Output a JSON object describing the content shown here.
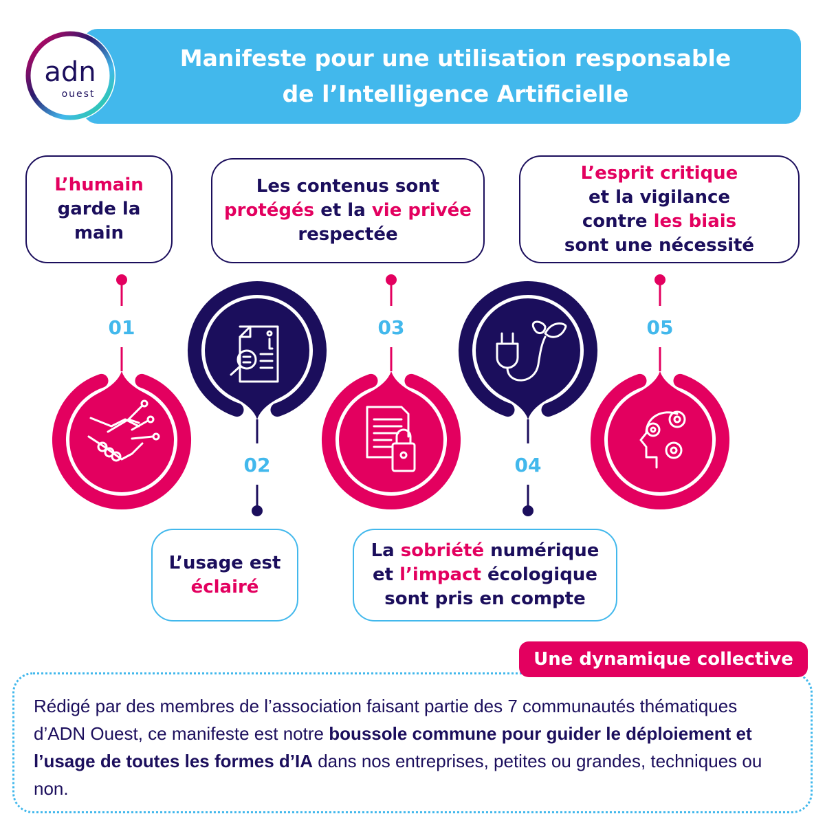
{
  "logo": {
    "brand": "adn",
    "sub": "ouest"
  },
  "header": {
    "title_line1": "Manifeste pour une utilisation responsable",
    "title_line2": "de l’Intelligence Artificielle"
  },
  "colors": {
    "pink": "#e3005f",
    "navy": "#1b0e5c",
    "blue": "#42b8ec"
  },
  "steps": [
    {
      "number": "01",
      "icon": "handshake-circuit-icon",
      "text": {
        "l1a": "L’humain",
        "l2": "garde la",
        "l3": "main"
      }
    },
    {
      "number": "02",
      "icon": "document-search-info-icon",
      "text": {
        "l1a": "L’usage est",
        "l2a": "éclairé"
      }
    },
    {
      "number": "03",
      "icon": "document-lock-icon",
      "text": {
        "l1": "Les contenus sont",
        "l2a": "protégés",
        "l2b": " et la ",
        "l2c": "vie privée",
        "l3": "respectée"
      }
    },
    {
      "number": "04",
      "icon": "plug-leaf-icon",
      "text": {
        "l1a": "La ",
        "l1b": "sobriété",
        "l1c": " numérique",
        "l2a": "et ",
        "l2b": "l’impact",
        "l2c": " écologique",
        "l3": "sont pris en compte"
      }
    },
    {
      "number": "05",
      "icon": "head-gears-icon",
      "text": {
        "l1a": "L’esprit critique",
        "l2": "et la vigilance",
        "l3a": "contre ",
        "l3b": "les biais",
        "l4": "sont une nécessité"
      }
    }
  ],
  "footer": {
    "badge": "Une dynamique collective",
    "p1": "Rédigé par des membres de l’association faisant partie des 7 communautés thématiques d’ADN Ouest, ce manifeste est notre ",
    "p2": "boussole commune pour guider le déploiement et l’usage de toutes les formes d’IA",
    "p3": " dans nos entreprises, petites ou grandes, techniques ou non."
  }
}
